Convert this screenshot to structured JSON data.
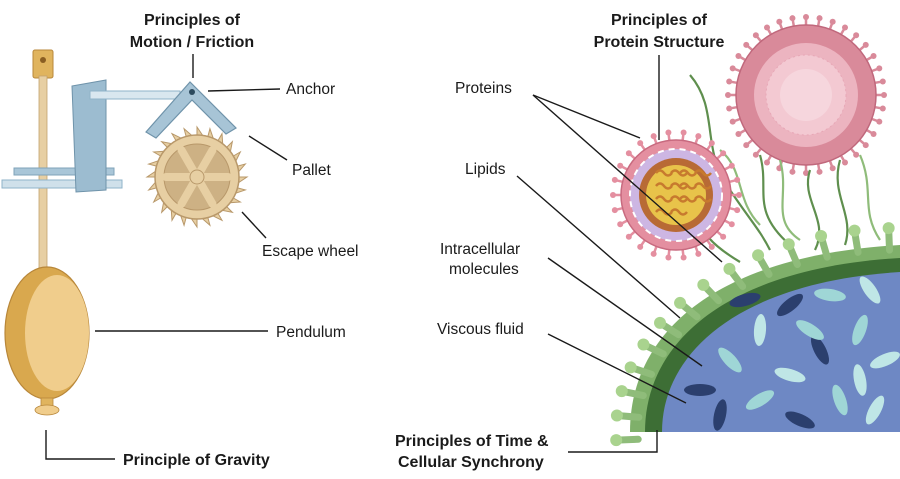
{
  "left": {
    "title_motion_line1": "Principles of",
    "title_motion_line2": "Motion / Friction",
    "anchor": "Anchor",
    "pallet": "Pallet",
    "escape_wheel": "Escape wheel",
    "pendulum": "Pendulum",
    "gravity": "Principle of Gravity"
  },
  "right": {
    "title_protein_line1": "Principles of",
    "title_protein_line2": "Protein Structure",
    "proteins": "Proteins",
    "lipids": "Lipids",
    "intracellular_line1": "Intracellular",
    "intracellular_line2": "molecules",
    "viscous": "Viscous fluid",
    "time_line1": "Principles of Time &",
    "time_line2": "Cellular Synchrony"
  },
  "colors": {
    "wood": "#e7cfa3",
    "wood_dark": "#b8986a",
    "bracket": "#8fb3c9",
    "pendulum": "#d9a84e",
    "pendulum_face": "#f0cd8c",
    "membrane": "#5f8f4e",
    "cytoplasm": "#6e88c4",
    "molecule": "#9fd6d6",
    "virus_pink": "#d97a8c",
    "virus_core": "#b86a35"
  }
}
